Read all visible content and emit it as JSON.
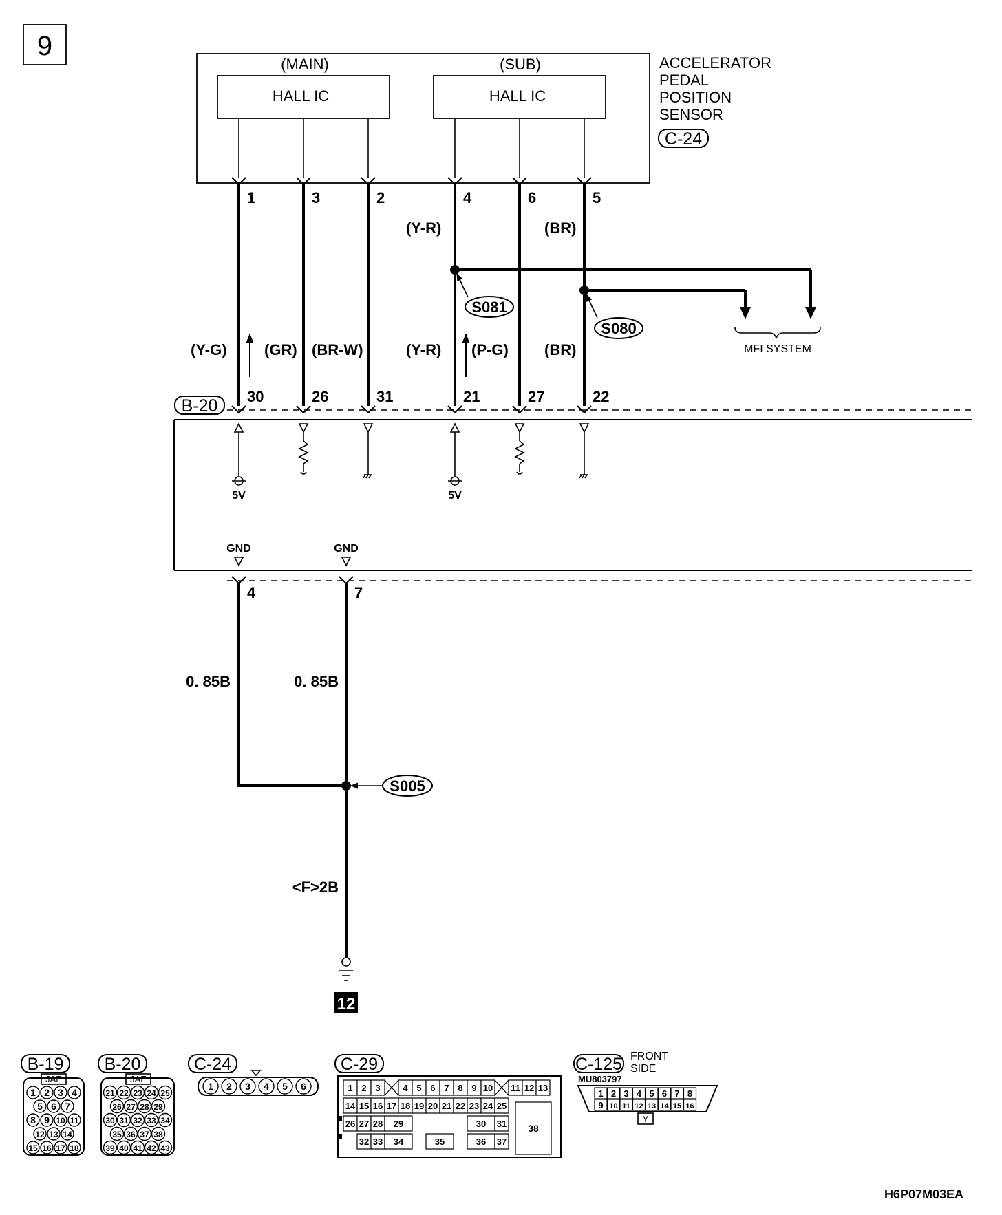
{
  "page_number": "9",
  "sensor": {
    "main_label": "(MAIN)",
    "sub_label": "(SUB)",
    "hall_main": "HALL IC",
    "hall_sub": "HALL IC",
    "name_lines": [
      "ACCELERATOR",
      "PEDAL",
      "POSITION",
      "SENSOR"
    ],
    "connector": "C-24"
  },
  "sensor_pins": [
    "1",
    "3",
    "2",
    "4",
    "6",
    "5"
  ],
  "upper_wire_colors": [
    "(Y-R)",
    "(BR)"
  ],
  "splices": {
    "s081": "S081",
    "s080": "S080",
    "s005": "S005"
  },
  "mfi_label": "MFI SYSTEM",
  "lower_wire_colors": [
    "(Y-G)",
    "(GR)",
    "(BR-W)",
    "(Y-R)",
    "(P-G)",
    "(BR)"
  ],
  "ecu": {
    "connector": "B-20",
    "pins": [
      "30",
      "26",
      "31",
      "21",
      "27",
      "22"
    ],
    "supply_labels": [
      "5V",
      "5V"
    ],
    "gnd_labels": [
      "GND",
      "GND"
    ],
    "gnd_pins": [
      "4",
      "7"
    ]
  },
  "ground_wires": [
    "0. 85B",
    "0. 85B",
    "<F>2B"
  ],
  "ground_point": "12",
  "connectors": {
    "b19": {
      "name": "B-19",
      "maker": "JAE",
      "pins": [
        "1",
        "2",
        "3",
        "4",
        "5",
        "6",
        "7",
        "8",
        "9",
        "10",
        "11",
        "12",
        "13",
        "14",
        "15",
        "16",
        "17",
        "18"
      ]
    },
    "b20": {
      "name": "B-20",
      "maker": "JAE",
      "pins": [
        "21",
        "22",
        "23",
        "24",
        "25",
        "26",
        "27",
        "28",
        "29",
        "30",
        "31",
        "32",
        "33",
        "34",
        "35",
        "36",
        "37",
        "38",
        "39",
        "40",
        "41",
        "42",
        "43"
      ]
    },
    "c24": {
      "name": "C-24",
      "pins": [
        "1",
        "2",
        "3",
        "4",
        "5",
        "6"
      ]
    },
    "c29": {
      "name": "C-29",
      "row1": [
        "1",
        "2",
        "3",
        "4",
        "5",
        "6",
        "7",
        "8",
        "9",
        "10",
        "11",
        "12",
        "13"
      ],
      "row2": [
        "14",
        "15",
        "16",
        "17",
        "18",
        "19",
        "20",
        "21",
        "22",
        "23",
        "24",
        "25"
      ],
      "row3": [
        "26",
        "27",
        "28",
        "29",
        "30",
        "31"
      ],
      "row4": [
        "32",
        "33",
        "34",
        "35",
        "36",
        "37"
      ],
      "big": "38"
    },
    "c125": {
      "name": "C-125",
      "side_lines": [
        "FRONT",
        "SIDE"
      ],
      "part": "MU803797",
      "row1": [
        "1",
        "2",
        "3",
        "4",
        "5",
        "6",
        "7",
        "8"
      ],
      "row2": [
        "9",
        "10",
        "11",
        "12",
        "13",
        "14",
        "15",
        "16"
      ],
      "key": "Y"
    }
  },
  "figure_code": "H6P07M03EA"
}
